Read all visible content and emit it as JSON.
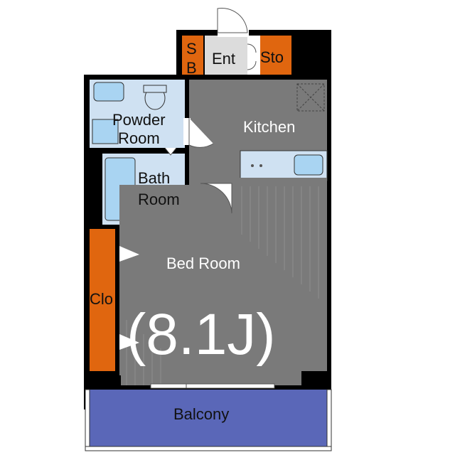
{
  "rooms": {
    "entrance": "Ent",
    "shoe_box_s": "S",
    "shoe_box_b": "B",
    "storage": "Sto",
    "kitchen": "Kitchen",
    "powder_room_line1": "Powder",
    "powder_room_line2": "Room",
    "bath_room_line1": "Bath",
    "bath_room_line2": "Room",
    "bed_room": "Bed Room",
    "bed_room_size": "(8.1J)",
    "closet": "Clo",
    "balcony": "Balcony"
  },
  "colors": {
    "wall": "#000000",
    "floor_gray": "#7a7a7a",
    "wet_area": "#cfe1f2",
    "fixture": "#a9d4f2",
    "orange": "#e0660f",
    "balcony": "#5a67b8",
    "entrance": "#dcdcdc"
  }
}
